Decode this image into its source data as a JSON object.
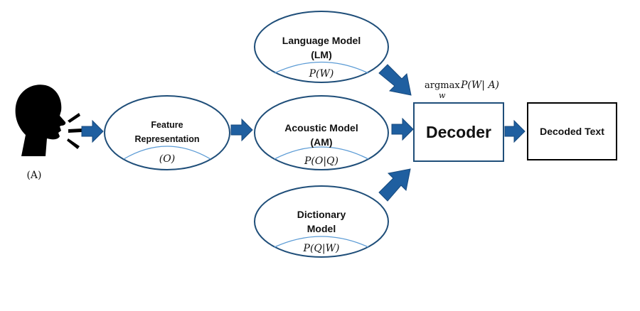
{
  "nodes": {
    "language_model": {
      "line1": "Language Model",
      "line2": "(LM)",
      "formula": "P(W)"
    },
    "feature": {
      "line1": "Feature",
      "line2": "Representation",
      "formula": "(O)"
    },
    "acoustic_model": {
      "line1": "Acoustic Model",
      "line2": "(AM)",
      "formula": "P(O|Q)"
    },
    "dictionary_model": {
      "line1": "Dictionary",
      "line2": "Model",
      "formula": "P(Q|W)"
    },
    "decoder": {
      "label": "Decoder"
    },
    "decoded_text": {
      "label": "Decoded Text"
    }
  },
  "decoder_formula": {
    "op": "argmax",
    "sub": "w",
    "expr": "P(W| A)"
  },
  "speaker_label": "(A)",
  "colors": {
    "arrow": "#1f5fa0",
    "ellipse_stroke": "#1f4e79",
    "inner_arc": "#5b9bd5"
  }
}
